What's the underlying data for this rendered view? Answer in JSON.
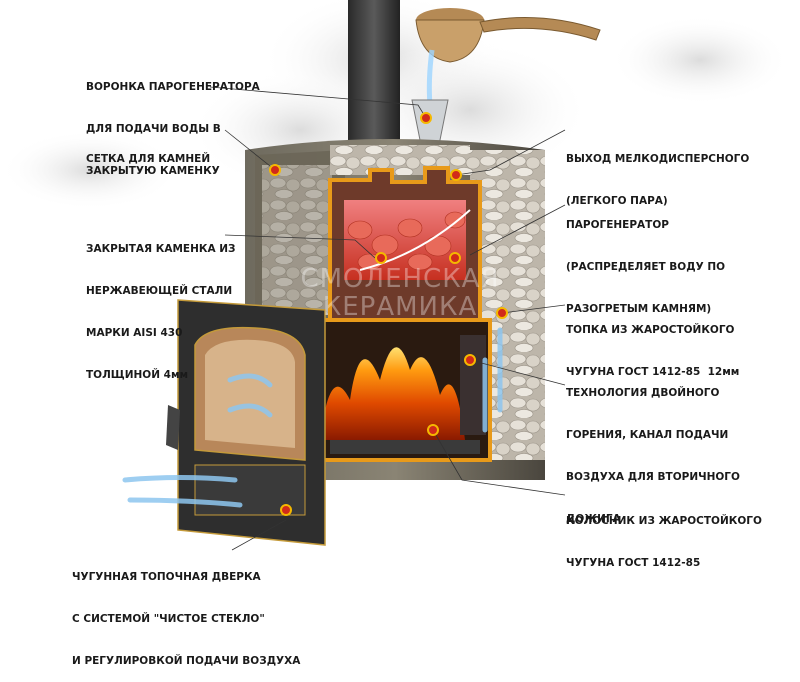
{
  "labels": {
    "funnel": [
      "ВОРОНКА ПАРОГЕНЕРАТОРА",
      "ДЛЯ ПОДАЧИ ВОДЫ В",
      "ЗАКРЫТУЮ КАМЕНКУ"
    ],
    "mesh": [
      "СЕТКА ДЛЯ КАМНЕЙ"
    ],
    "closed_heater": [
      "ЗАКРЫТАЯ КАМЕНКА ИЗ",
      "НЕРЖАВЕЮЩЕЙ СТАЛИ",
      "МАРКИ AISI 430",
      "ТОЛЩИНОЙ 4мм"
    ],
    "door": [
      "ЧУГУННАЯ ТОПОЧНАЯ ДВЕРКА",
      "С СИСТЕМОЙ \"ЧИСТОЕ СТЕКЛО\"",
      "И РЕГУЛИРОВКОЙ ПОДАЧИ ВОЗДУХА"
    ],
    "steam_out": [
      "ВЫХОД МЕЛКОДИСПЕРСНОГО",
      "(ЛЕГКОГО ПАРА)"
    ],
    "steam_gen": [
      "ПАРОГЕНЕРАТОР",
      "(РАСПРЕДЕЛЯЕТ ВОДУ ПО",
      "РАЗОГРЕТЫМ КАМНЯМ)"
    ],
    "firebox": [
      "ТОПКА ИЗ ЖАРОСТОЙКОГО",
      "ЧУГУНА ГОСТ 1412-85  12мм"
    ],
    "double_burn": [
      "ТЕХНОЛОГИЯ ДВОЙНОГО",
      "ГОРЕНИЯ, КАНАЛ ПОДАЧИ",
      "ВОЗДУХА ДЛЯ ВТОРИЧНОГО",
      "ДОЖИГА"
    ],
    "grate": [
      "КОЛОСНИК ИЗ ЖАРОСТОЙКОГО",
      "ЧУГУНА ГОСТ 1412-85"
    ]
  },
  "watermark": [
    "СМОЛЕНСКАЯ",
    "КЕРАМИКА"
  ],
  "colors": {
    "steel": "#3a3a3a",
    "orange_frame": "#e89a1a",
    "fire": "#f57a10",
    "stone": "#cfc9bf",
    "marker": "#d12a1a",
    "air_arrow": "#8ec6ef"
  }
}
